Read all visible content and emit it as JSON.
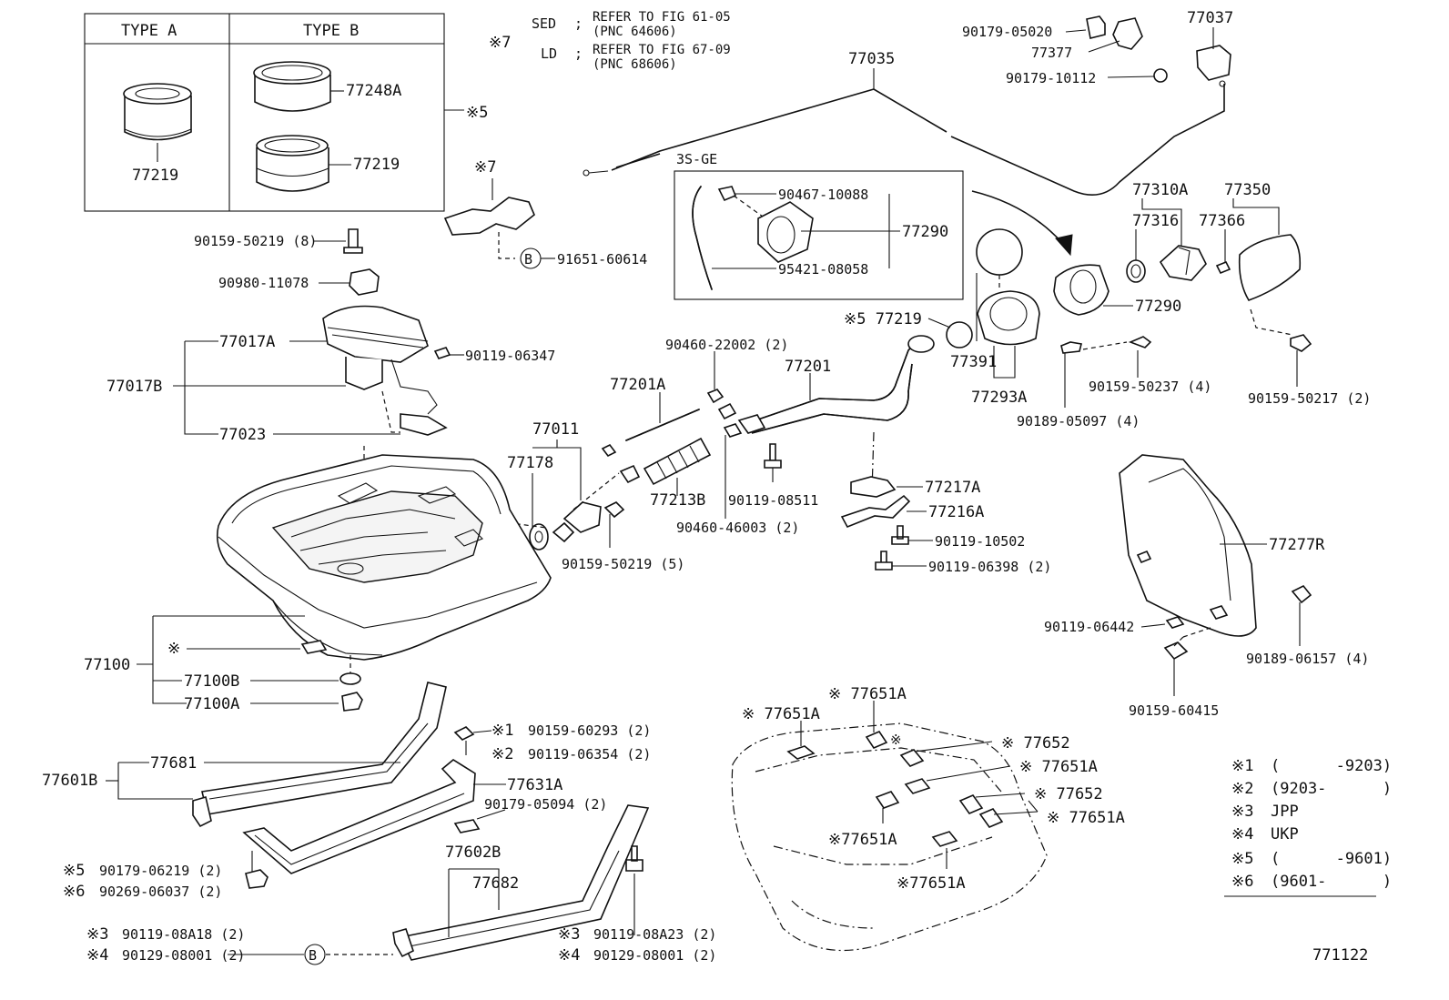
{
  "legend_box": {
    "type_a": "TYPE A",
    "type_b": "TYPE B",
    "a_part": "77219",
    "b_top": "77248A",
    "b_bottom": "77219",
    "note": "※5"
  },
  "refer_note": {
    "marker": "※7",
    "sed_key": "SED",
    "sed_sep": ";",
    "sed_l1": "REFER TO FIG 61-05",
    "sed_l2": "(PNC 64606)",
    "ld_key": "LD",
    "ld_sep": ";",
    "ld_l1": "REFER TO FIG 67-09",
    "ld_l2": "(PNC 68606)"
  },
  "inset": {
    "title": "3S-GE",
    "p1": "90467-10088",
    "p2": "95421-08058",
    "p3": "77290"
  },
  "labels": {
    "l_77035": "77035",
    "l_90179_05020": "90179-05020",
    "l_77377": "77377",
    "l_77037": "77037",
    "l_90179_10112": "90179-10112",
    "l_b7": "※7",
    "l_90159_50219_8": "90159-50219 (8)",
    "l_91651": "91651-60614",
    "l_90980": "90980-11078",
    "l_77017a": "77017A",
    "l_90119_06347": "90119-06347",
    "l_77017b": "77017B",
    "l_77023": "77023",
    "l_77310a": "77310A",
    "l_77350": "77350",
    "l_77316": "77316",
    "l_77366": "77366",
    "l_77290": "77290",
    "l_77219_5": "※5 77219",
    "l_77391": "77391",
    "l_77293a": "77293A",
    "l_90189_05097": "90189-05097 (4)",
    "l_90159_50237": "90159-50237 (4)",
    "l_90159_50217": "90159-50217 (2)",
    "l_90460_22002": "90460-22002 (2)",
    "l_77201": "77201",
    "l_77201a": "77201A",
    "l_77011": "77011",
    "l_77178": "77178",
    "l_77213b": "77213B",
    "l_90119_08511": "90119-08511",
    "l_90460_46003": "90460-46003 (2)",
    "l_90159_50219_5": "90159-50219 (5)",
    "l_77217a": "77217A",
    "l_77216a": "77216A",
    "l_90119_10502": "90119-10502",
    "l_90119_06398": "90119-06398 (2)",
    "l_77277r": "77277R",
    "l_90119_06442": "90119-06442",
    "l_90189_06157": "90189-06157 (4)",
    "l_90159_60415": "90159-60415",
    "l_77100": "77100",
    "l_mark": "※",
    "l_77100b": "77100B",
    "l_77100a": "77100A",
    "l_77681": "77681",
    "l_77601b": "77601B",
    "l_77631a": "77631A",
    "l_90179_05094": "90179-05094 (2)",
    "l_n1_mark": "※1",
    "l_n1": "90159-60293 (2)",
    "l_n2_mark": "※2",
    "l_n2": "90119-06354 (2)",
    "l_n5_mark": "※5",
    "l_n5": "90179-06219 (2)",
    "l_n6_mark": "※6",
    "l_n6": "90269-06037 (2)",
    "l_77602b": "77602B",
    "l_77682": "77682",
    "l_n3a_mark": "※3",
    "l_n3a": "90119-08A18 (2)",
    "l_n4a_mark": "※4",
    "l_n4a": "90129-08001 (2)",
    "l_n3b_mark": "※3",
    "l_n3b": "90119-08A23 (2)",
    "l_n4b_mark": "※4",
    "l_n4b": "90129-08001 (2)",
    "l_b_circle": "B",
    "s_77651a_1": "※ 77651A",
    "s_77651a_2": "※ 77651A",
    "s_77652_1": "※ 77652",
    "s_77651a_3": "※ 77651A",
    "s_77652_2": "※ 77652",
    "s_77651a_4": "※ 77651A",
    "s_77651a_5": "※77651A",
    "s_77651a_6": "※77651A",
    "s_mark": "※",
    "diagram_no": "771122"
  },
  "notes": [
    {
      "mark": "※1",
      "text": "(      -9203)"
    },
    {
      "mark": "※2",
      "text": "(9203-      )"
    },
    {
      "mark": "※3",
      "text": "JPP"
    },
    {
      "mark": "※4",
      "text": "UKP"
    },
    {
      "mark": "※5",
      "text": "(      -9601)"
    },
    {
      "mark": "※6",
      "text": "(9601-      )"
    }
  ]
}
